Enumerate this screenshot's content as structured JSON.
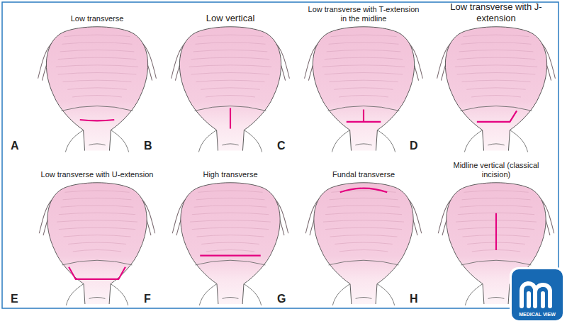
{
  "diagram": {
    "labels": [
      "Low transverse",
      "A",
      "Low vertical",
      "B",
      "Low transverse with T-extension in the midline",
      "C",
      "Low transverse with J-extension",
      "D",
      "Low transverse with U-extension",
      "E",
      "High transverse",
      "F",
      "Fundal transverse",
      "G",
      "Midline vertical (classical incision)",
      "H",
      "MEDICAL VIEW"
    ]
  }
}
